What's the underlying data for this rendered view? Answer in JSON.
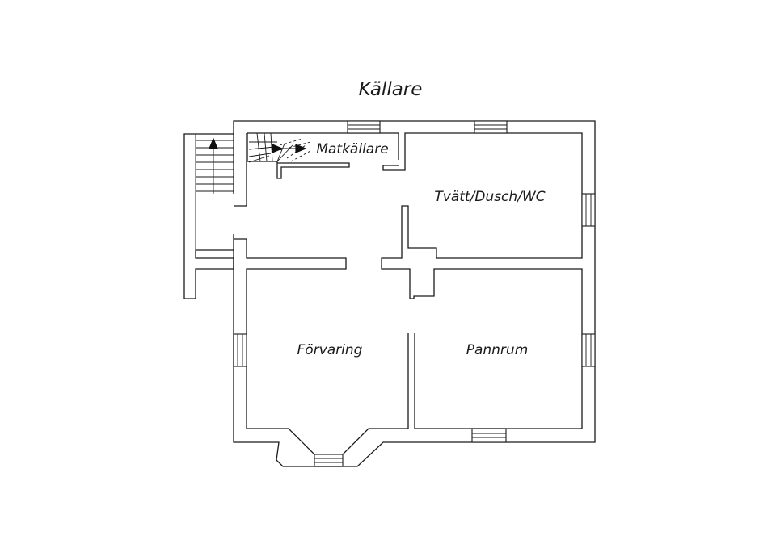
{
  "plan": {
    "title": "Källare",
    "rooms": {
      "matkallare": "Matkällare",
      "tvatt": "Tvätt/Dusch/WC",
      "forvaring": "Förvaring",
      "pannrum": "Pannrum"
    }
  },
  "colors": {
    "wall": "#1a1a1a",
    "background": "#ffffff"
  }
}
